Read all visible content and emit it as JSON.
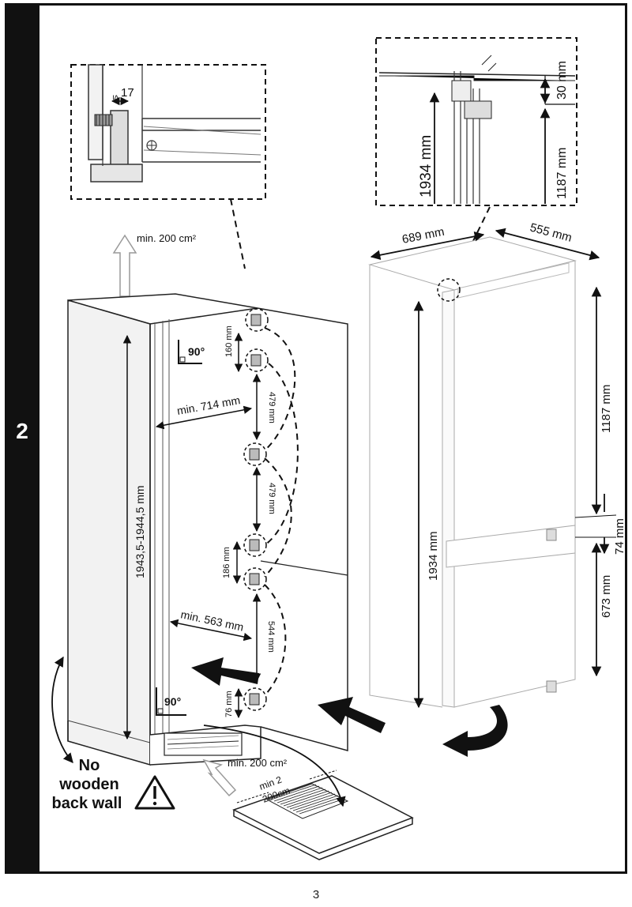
{
  "step_number": "2",
  "page_number": "3",
  "icons": [
    "warning-triangle-icon",
    "rotation-arrow-icon",
    "push-arrow-icon",
    "airflow-arrow-icon",
    "right-angle-icon"
  ],
  "labels": {
    "detail_gap": "17",
    "detail_gap_symbol": "≤",
    "vent_top": "min. 200 cm²",
    "vent_bottom": "min. 200 cm²",
    "angle_top": "90°",
    "angle_bottom": "90°",
    "niche_height": "1943,5-1944,5 mm",
    "niche_width_top": "min. 714 mm",
    "niche_width_bottom": "min. 563 mm",
    "hinge_160": "160 mm",
    "hinge_479_a": "479 mm",
    "hinge_479_b": "479 mm",
    "hinge_186": "186 mm",
    "hinge_544": "544 mm",
    "hinge_76": "76 mm",
    "warning_line1": "No",
    "warning_line2": "wooden",
    "warning_line3": "back wall",
    "grille_top": "min 2",
    "grille_bottom": "200cm",
    "inset_1934": "1934 mm",
    "inset_30": "30 mm",
    "inset_1187": "1187 mm",
    "width_689": "689 mm",
    "depth_555": "555 mm",
    "appliance_height": "1934 mm",
    "upper_section": "1187 mm",
    "gap_74": "74 mm",
    "lower_section": "673 mm"
  }
}
